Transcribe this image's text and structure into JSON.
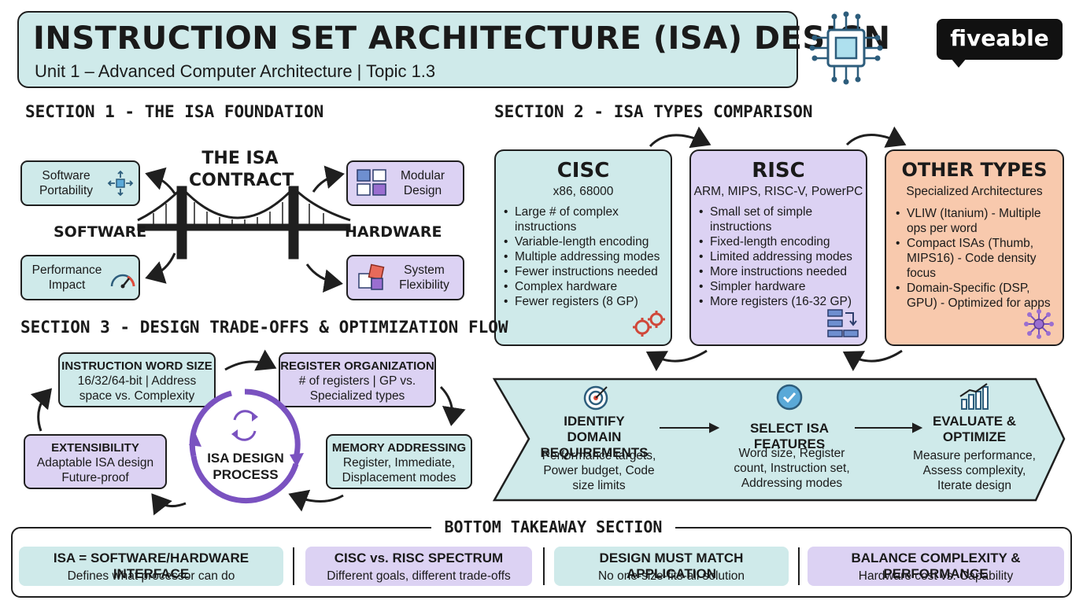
{
  "header": {
    "title": "INSTRUCTION SET ARCHITECTURE (ISA) DESIGN",
    "subtitle": "Unit 1 – Advanced Computer Architecture | Topic 1.3",
    "chip_icon": "cpu-chip-icon",
    "logo": "fiveable"
  },
  "section1": {
    "title": "SECTION 1 - THE ISA FOUNDATION",
    "contract_label": "THE ISA CONTRACT",
    "left_label": "SOFTWARE",
    "right_label": "HARDWARE",
    "cards": [
      {
        "label": "Software Portability",
        "icon": "arrows-out-icon"
      },
      {
        "label": "Modular Design",
        "icon": "blocks-icon"
      },
      {
        "label": "Performance Impact",
        "icon": "gauge-icon"
      },
      {
        "label": "System Flexibility",
        "icon": "puzzle-icon"
      }
    ]
  },
  "section2": {
    "title": "SECTION 2 - ISA TYPES COMPARISON",
    "cisc": {
      "name": "CISC",
      "examples": "x86, 68000",
      "bullets": [
        "Large # of complex instructions",
        "Variable-length encoding",
        "Multiple addressing modes",
        "Fewer instructions needed",
        "Complex hardware",
        "Fewer registers (8 GP)"
      ]
    },
    "risc": {
      "name": "RISC",
      "examples": "ARM, MIPS, RISC-V, PowerPC",
      "bullets": [
        "Small set of simple instructions",
        "Fixed-length encoding",
        "Limited addressing modes",
        "More instructions needed",
        "Simpler hardware",
        "More registers (16-32 GP)"
      ]
    },
    "other": {
      "name": "OTHER TYPES",
      "examples": "Specialized Architectures",
      "bullets": [
        "VLIW (Itanium) - Multiple ops per word",
        "Compact ISAs (Thumb, MIPS16) - Code density focus",
        "Domain-Specific (DSP, GPU) - Optimized for apps"
      ]
    },
    "flow": [
      {
        "title": "IDENTIFY DOMAIN REQUIREMENTS",
        "text": "Performance targets, Power budget, Code size limits",
        "icon": "target-icon"
      },
      {
        "title": "SELECT ISA FEATURES",
        "text": "Word size, Register count, Instruction set, Addressing modes",
        "icon": "check-circle-icon"
      },
      {
        "title": "EVALUATE & OPTIMIZE",
        "text": "Measure performance, Assess complexity, Iterate design",
        "icon": "bar-chart-icon"
      }
    ]
  },
  "section3": {
    "title": "SECTION 3 - DESIGN TRADE-OFFS & OPTIMIZATION FLOW",
    "center": "ISA DESIGN PROCESS",
    "word_size": {
      "title": "INSTRUCTION WORD SIZE",
      "text": "16/32/64-bit | Address space vs. Complexity"
    },
    "register_org": {
      "title": "REGISTER ORGANIZATION",
      "text": "# of registers | GP vs. Specialized types"
    },
    "memory": {
      "title": "MEMORY ADDRESSING",
      "text": "Register, Immediate, Displacement modes"
    },
    "extensibility": {
      "title": "EXTENSIBILITY",
      "text": "Adaptable ISA design Future-proof"
    }
  },
  "bottom": {
    "title": "BOTTOM TAKEAWAY SECTION",
    "items": [
      {
        "title": "ISA = SOFTWARE/HARDWARE INTERFACE",
        "text": "Defines what processor can do"
      },
      {
        "title": "CISC vs. RISC SPECTRUM",
        "text": "Different goals, different trade-offs"
      },
      {
        "title": "DESIGN MUST MATCH APPLICATION",
        "text": "No one-size-fits-all solution"
      },
      {
        "title": "BALANCE COMPLEXITY & PERFORMANCE",
        "text": "Hardware cost vs. Capability"
      }
    ]
  },
  "colors": {
    "teal": "#cfeaea",
    "lavender": "#dcd2f3",
    "peach": "#f8c9ad",
    "ink": "#1f1f1f"
  }
}
